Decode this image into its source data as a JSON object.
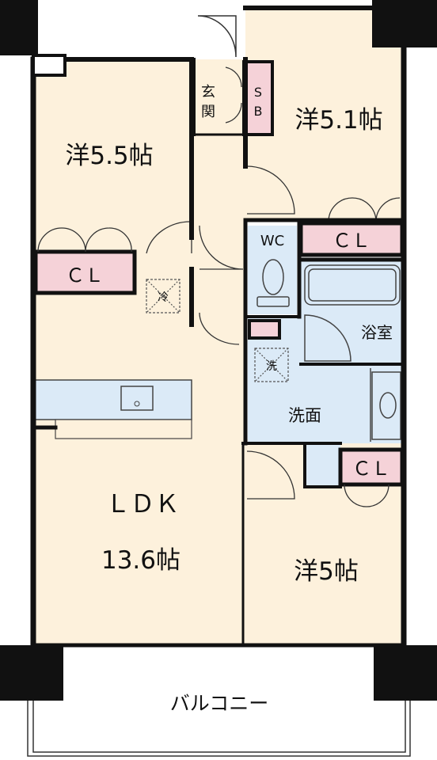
{
  "rooms": {
    "western_room_1": "洋5.5帖",
    "western_room_2": "洋5.1帖",
    "western_room_3": "洋5帖",
    "ldk_name": "ＬＤＫ",
    "ldk_size": "13.6帖",
    "entrance_1": "玄",
    "entrance_2": "関",
    "shoe_box_1": "S",
    "shoe_box_2": "B",
    "wc": "WC",
    "bathroom": "浴室",
    "washroom": "洗面",
    "closet": "ＣＬ",
    "fridge": "冷",
    "washer": "洗",
    "balcony": "バルコニー"
  },
  "colors": {
    "floor": "#fdf1dc",
    "wet_area": "#dbeaf7",
    "closet": "#f5d2d8",
    "wall": "#111111"
  }
}
